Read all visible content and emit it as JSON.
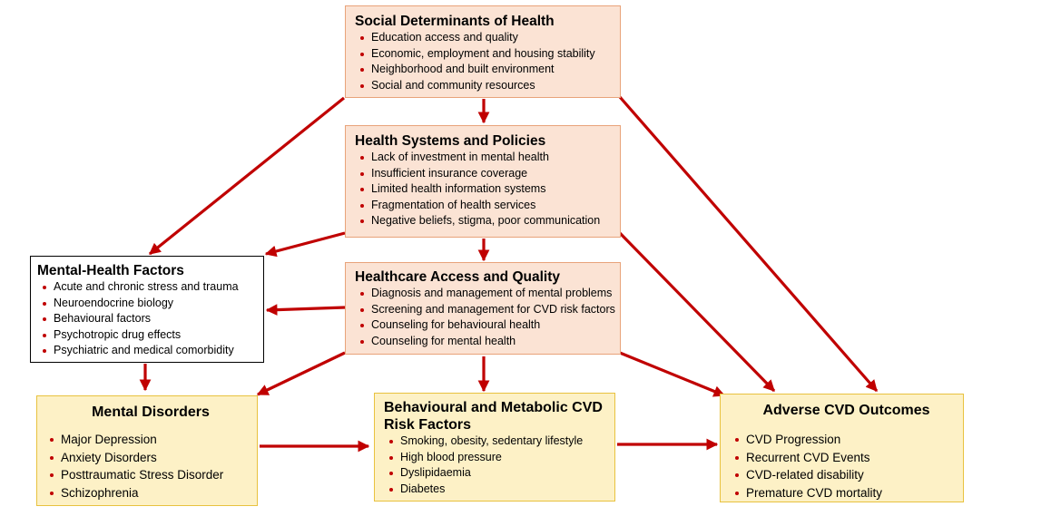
{
  "boxes": {
    "sdoh": {
      "title": "Social Determinants of Health",
      "items": [
        "Education access and quality",
        "Economic, employment and housing stability",
        "Neighborhood and built environment",
        "Social and community resources"
      ]
    },
    "hsp": {
      "title": "Health Systems and Policies",
      "items": [
        "Lack of investment in mental health",
        "Insufficient insurance coverage",
        "Limited health information systems",
        "Fragmentation of health services",
        "Negative beliefs, stigma, poor communication"
      ]
    },
    "mhf": {
      "title": "Mental-Health Factors",
      "items": [
        "Acute and chronic stress and trauma",
        "Neuroendocrine biology",
        "Behavioural factors",
        "Psychotropic drug effects",
        "Psychiatric and medical comorbidity"
      ]
    },
    "haq": {
      "title": "Healthcare Access and Quality",
      "items": [
        "Diagnosis and management of mental problems",
        "Screening and management for CVD risk factors",
        "Counseling for behavioural health",
        "Counseling for mental health"
      ]
    },
    "md": {
      "title": "Mental Disorders",
      "items": [
        "Major Depression",
        "Anxiety Disorders",
        "Posttraumatic Stress Disorder",
        "Schizophrenia"
      ]
    },
    "bmrf": {
      "title_line1": "Behavioural and Metabolic CVD",
      "title_line2": "Risk Factors",
      "items": [
        "Smoking, obesity, sedentary lifestyle",
        "High blood pressure",
        "Dyslipidaemia",
        "Diabetes"
      ]
    },
    "acvd": {
      "title": "Adverse CVD Outcomes",
      "items": [
        "CVD Progression",
        "Recurrent CVD Events",
        "CVD-related disability",
        "Premature CVD mortality"
      ]
    }
  },
  "colors": {
    "arrow": "#c00000",
    "peach_fill": "#fbe3d4",
    "peach_border": "#e8a37a",
    "yellow_fill": "#fdf1c6",
    "yellow_border": "#e8c23f",
    "bullet": "#c00000"
  }
}
